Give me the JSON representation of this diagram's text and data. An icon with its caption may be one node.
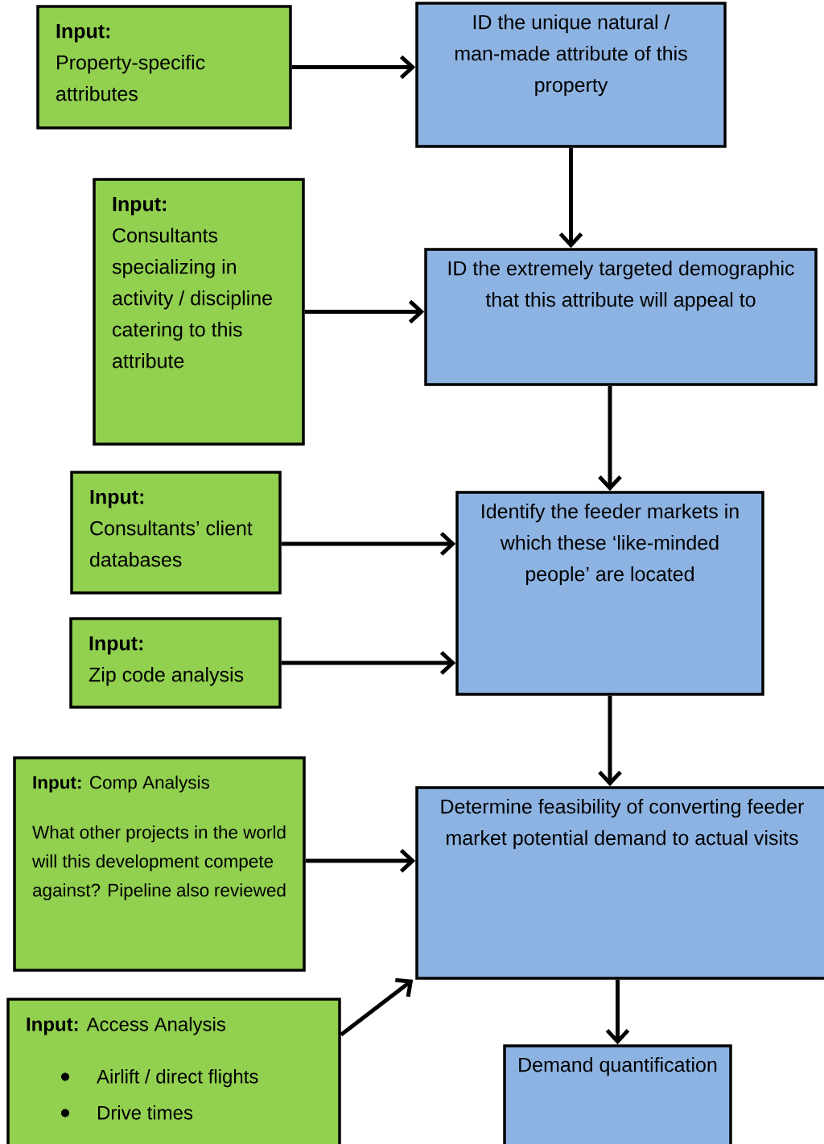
{
  "diagram": {
    "nodes": [
      {
        "text": [
          "Input:",
          "Property-specific attributes"
        ]
      },
      {
        "text": [
          "ID the unique natural / man-made attribute of this property"
        ]
      },
      {
        "text": [
          "Input:",
          "Consultants specializing in activity / discipline catering to this attribute"
        ]
      },
      {
        "text": [
          "ID the extremely targeted demographic that this attribute will appeal to"
        ]
      },
      {
        "text": [
          "Input:",
          "Consultants’ client databases"
        ]
      },
      {
        "text": [
          "Input:",
          "Zip code analysis"
        ]
      },
      {
        "text": [
          "Identify the feeder markets in which these ‘like-minded people’ are located"
        ]
      },
      {
        "text": [
          "**Input:** Comp Analysis",
          "What other projects in the world will this development compete against? Pipeline also reviewed"
        ]
      },
      {
        "text": [
          "Determine feasibility of converting feeder market potential demand to actual visits"
        ]
      },
      {
        "text": [
          "**Input:** Access Analysis",
          "Airlift / direct flights",
          "Drive times"
        ]
      },
      {
        "text": [
          "Demand quantification"
        ]
      }
    ],
    "edges": [
      {
        "from": 0,
        "to": 1,
        "arrow": "to"
      },
      {
        "from": 1,
        "to": 3,
        "arrow": "to"
      },
      {
        "from": 2,
        "to": 3,
        "arrow": "to"
      },
      {
        "from": 3,
        "to": 6,
        "arrow": "to"
      },
      {
        "from": 4,
        "to": 6,
        "arrow": "to"
      },
      {
        "from": 5,
        "to": 6,
        "arrow": "to"
      },
      {
        "from": 6,
        "to": 8,
        "arrow": "to"
      },
      {
        "from": 7,
        "to": 8,
        "arrow": "to"
      },
      {
        "from": 9,
        "to": 8,
        "arrow": "to"
      },
      {
        "from": 8,
        "to": 10,
        "arrow": "to"
      }
    ]
  }
}
